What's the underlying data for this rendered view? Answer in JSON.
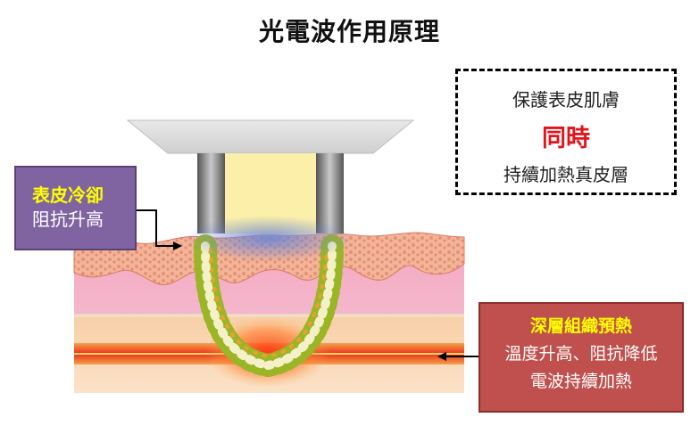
{
  "title": "光電波作用原理",
  "note": {
    "line1": "保護表皮肌膚",
    "line2": "同時",
    "line3": "持續加熱真皮層"
  },
  "label_epidermis": {
    "line1": "表皮冷卻",
    "line2": "阻抗升高"
  },
  "label_deep": {
    "line1": "深層組織預熱",
    "line2": "溫度升高、阻抗降低",
    "line3": "電波持續加熱"
  },
  "colors": {
    "epidermis_box": "#8064a2",
    "deep_box": "#c0504d",
    "highlight_text": "#ffff00",
    "emphasis_text": "#e3141b"
  }
}
